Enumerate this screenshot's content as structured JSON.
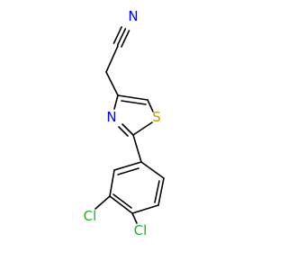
{
  "molecule": {
    "atoms": [
      {
        "id": "n_nitrile",
        "symbol": "N",
        "color": "#0000ff"
      },
      {
        "id": "n_thiazole",
        "symbol": "N",
        "color": "#0000ff"
      },
      {
        "id": "s_thiazole",
        "symbol": "S",
        "color": "#b8a000"
      },
      {
        "id": "cl_3",
        "symbol": "Cl",
        "color": "#1fae1f"
      },
      {
        "id": "cl_4",
        "symbol": "Cl",
        "color": "#1fae1f"
      }
    ],
    "bond_color": "#000000"
  }
}
